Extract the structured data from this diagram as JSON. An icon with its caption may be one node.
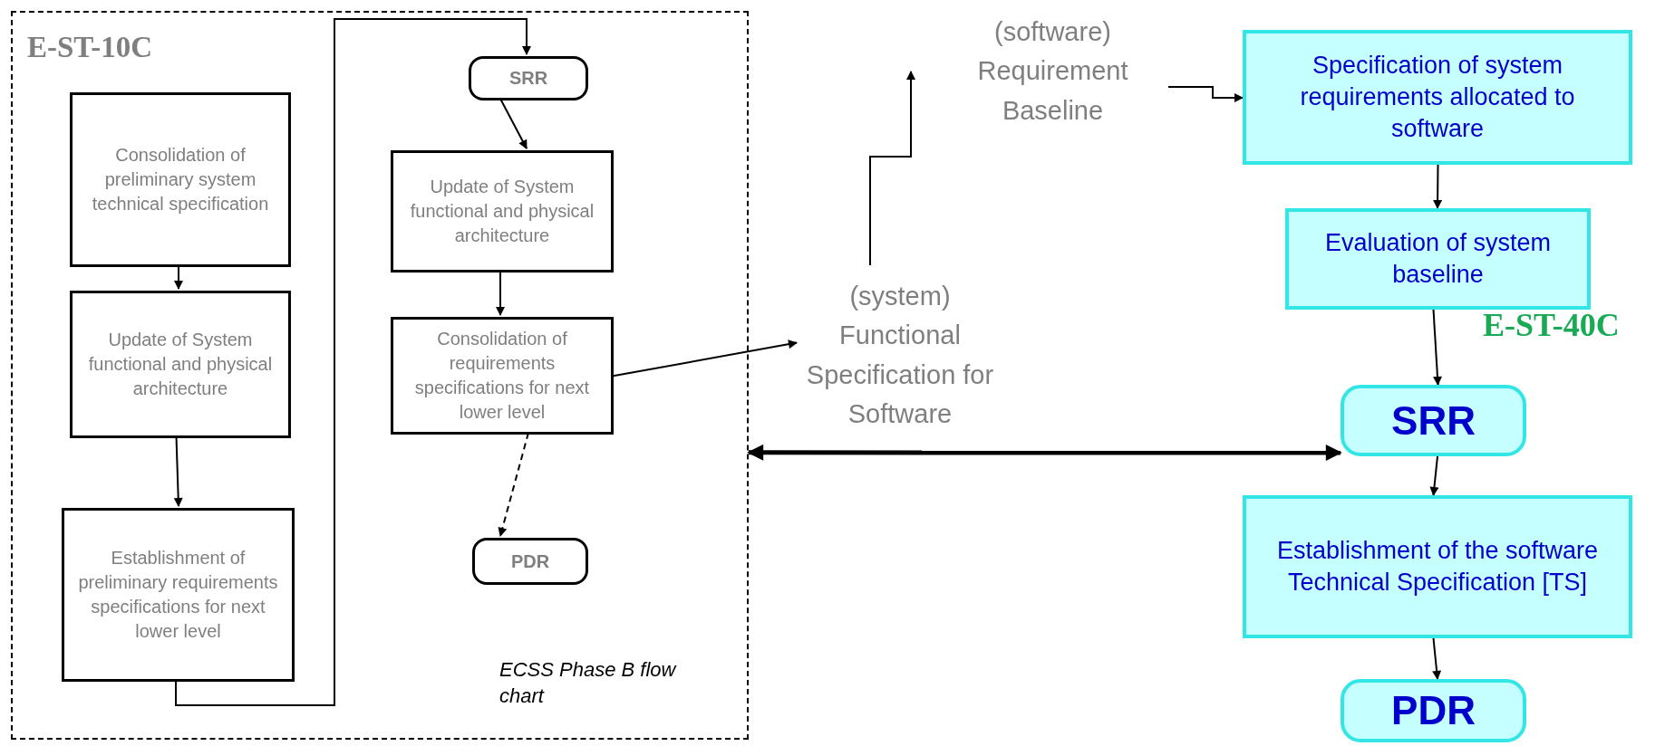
{
  "diagram": {
    "nodes": [
      {
        "text": [
          "E-ST-10C",
          "ECSS Phase B flow chart"
        ]
      },
      {
        "text": [
          "Consolidation of preliminary system technical specification"
        ],
        "in": 0
      },
      {
        "text": [
          "Update of System functional and physical architecture"
        ],
        "in": 0
      },
      {
        "text": [
          "Establishment of preliminary requirements specifications for next lower level"
        ],
        "in": 0
      },
      {
        "text": [
          "SRR"
        ],
        "in": 0
      },
      {
        "text": [
          "Update of System functional and physical architecture"
        ],
        "in": 0
      },
      {
        "text": [
          "Consolidation of requirements specifications for next lower level"
        ],
        "in": 0
      },
      {
        "text": [
          "PDR"
        ],
        "in": 0
      },
      {
        "text": [
          "(system) Functional Specification for Software"
        ]
      },
      {
        "text": [
          "(software) Requirement Baseline"
        ]
      },
      {
        "text": [
          "Specification of system requirements allocated to software"
        ]
      },
      {
        "text": [
          "Evaluation of system baseline"
        ]
      },
      {
        "text": [
          "SRR"
        ]
      },
      {
        "text": [
          "Establishment of the software Technical Specification [TS]"
        ]
      },
      {
        "text": [
          "PDR"
        ]
      }
    ],
    "edges": [
      {
        "from": 1,
        "to": 2,
        "arrow": "to"
      },
      {
        "from": 2,
        "to": 3,
        "arrow": "to"
      },
      {
        "from": 3,
        "to": 4,
        "arrow": "to"
      },
      {
        "from": 4,
        "to": 5,
        "arrow": "to"
      },
      {
        "from": 5,
        "to": 6,
        "arrow": "to"
      },
      {
        "from": 6,
        "to": 7,
        "arrow": "to",
        "style": "dashed"
      },
      {
        "from": 6,
        "to": 8,
        "arrow": "to"
      },
      {
        "from": 8,
        "to": 9,
        "arrow": "to"
      },
      {
        "from": 9,
        "to": 10,
        "arrow": "to"
      },
      {
        "from": 10,
        "to": 11,
        "arrow": "to"
      },
      {
        "from": 11,
        "to": 12,
        "arrow": "to"
      },
      {
        "from": 12,
        "to": 13,
        "arrow": "to"
      },
      {
        "from": 13,
        "to": 14,
        "arrow": "to"
      },
      {
        "from": 0,
        "to": 12,
        "arrow": "both",
        "style": "thick"
      }
    ],
    "labels": [
      "E-ST-40C"
    ]
  }
}
